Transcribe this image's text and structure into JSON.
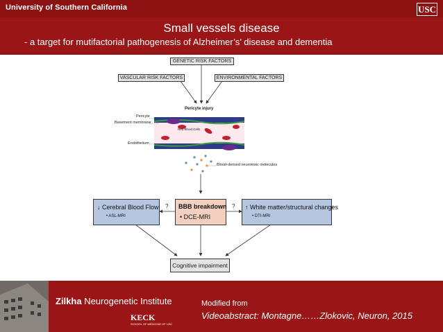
{
  "header": {
    "university": "University of Southern California",
    "logo": "USC"
  },
  "slide": {
    "title": "Small vessels disease",
    "subtitle": "- a target for mutifactorial pathogenesis of Alzheimer’s’ disease and dementia"
  },
  "diagram": {
    "genetic": "GENETIC RISK FACTORS",
    "vascular": "VASCULAR RISK FACTORS",
    "environmental": "ENVIRONMENTAL FACTORS",
    "pericyte_injury": "Pericyte injury",
    "pericyte": "Pericyte",
    "basement_membrane": "Basement membrane",
    "red_blood_cells": "Red Blood Cells",
    "endothelium": "Endothelium",
    "neurotoxic": "Blood-derived neurotoxic molecules",
    "cbf_title": "↓ Cerebral Blood Flow",
    "cbf_sub": "• ASL-MRI",
    "bbb_title": "BBB breakdown",
    "bbb_sub": "• DCE-MRI",
    "wm_title": "↑ White matter/structural changes",
    "wm_sub": "• DTI-MRI",
    "q_left": "?",
    "q_right": "?",
    "cognitive": "Cognitive impairment"
  },
  "footer": {
    "institute_bold": "Zilkha",
    "institute_rest": " Neurogenetic Institute",
    "keck": "KECK",
    "keck_sub": "SCHOOL OF MEDICINE OF USC",
    "modified_from": "Modified from",
    "citation": "Videoabstract: Montagne……Zlokovic, Neuron, 2015"
  },
  "colors": {
    "maroon": "#9a1515",
    "blue_box": "#b6c6e0",
    "pink_box": "#f3cfc0",
    "grey_box": "#e3e3e3"
  }
}
